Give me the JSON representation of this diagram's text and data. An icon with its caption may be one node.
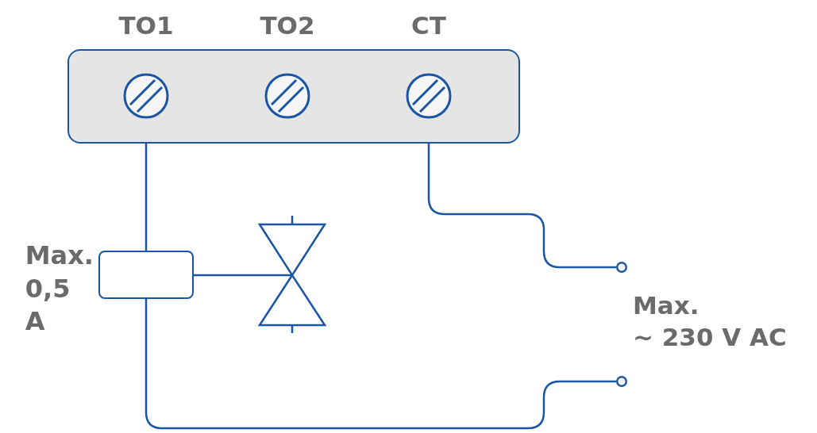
{
  "diagram": {
    "nodes": [
      {
        "text": [],
        "shape": "box"
      },
      {
        "text": [
          "TO1"
        ],
        "in": 0
      },
      {
        "text": [
          "TO2"
        ],
        "in": 0
      },
      {
        "text": [
          "CT"
        ],
        "in": 0
      },
      {
        "text": [],
        "shape": "box",
        "beside": [
          "Max. 0,5 A"
        ]
      },
      {
        "text": [],
        "shape": "picture"
      },
      {
        "text": [],
        "shape": "circle"
      },
      {
        "text": [],
        "shape": "circle"
      }
    ],
    "edges": [
      {
        "from": 1,
        "to": 4,
        "arrow": "none"
      },
      {
        "from": 4,
        "to": 5,
        "arrow": "none"
      },
      {
        "from": 3,
        "to": 6,
        "arrow": "none"
      },
      {
        "from": 4,
        "to": 7,
        "arrow": "none"
      }
    ],
    "labels": [
      "Max. ~ 230 V AC"
    ]
  }
}
